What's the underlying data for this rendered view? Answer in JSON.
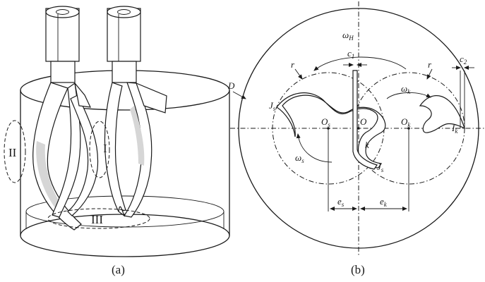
{
  "figure_a": {
    "caption": "(a)",
    "regions": {
      "r1": "I",
      "r2": "II",
      "r3": "III"
    }
  },
  "figure_b": {
    "caption": "(b)",
    "labels": {
      "omega_H": "ω",
      "omega_H_sub": "H",
      "c1": "c",
      "c1_sub": "1",
      "c2": "c",
      "c2_sub": "2",
      "r_left": "r",
      "r_right": "r",
      "D": "D",
      "omega_k": "ω",
      "omega_k_sub": "k",
      "J_s_top": "J",
      "J_s_top_sub": "s",
      "O_s": "O",
      "O_s_sub": "s",
      "O": "O",
      "O_k": "O",
      "O_k_sub": "k",
      "I_k": "I",
      "I_k_sub": "k",
      "k_small": "k",
      "omega_s": "ω",
      "omega_s_sub": "s",
      "J_s_bottom": "J",
      "J_s_bottom_sub": "s",
      "e_s": "e",
      "e_s_sub": "s",
      "e_k": "e",
      "e_k_sub": "k"
    }
  }
}
